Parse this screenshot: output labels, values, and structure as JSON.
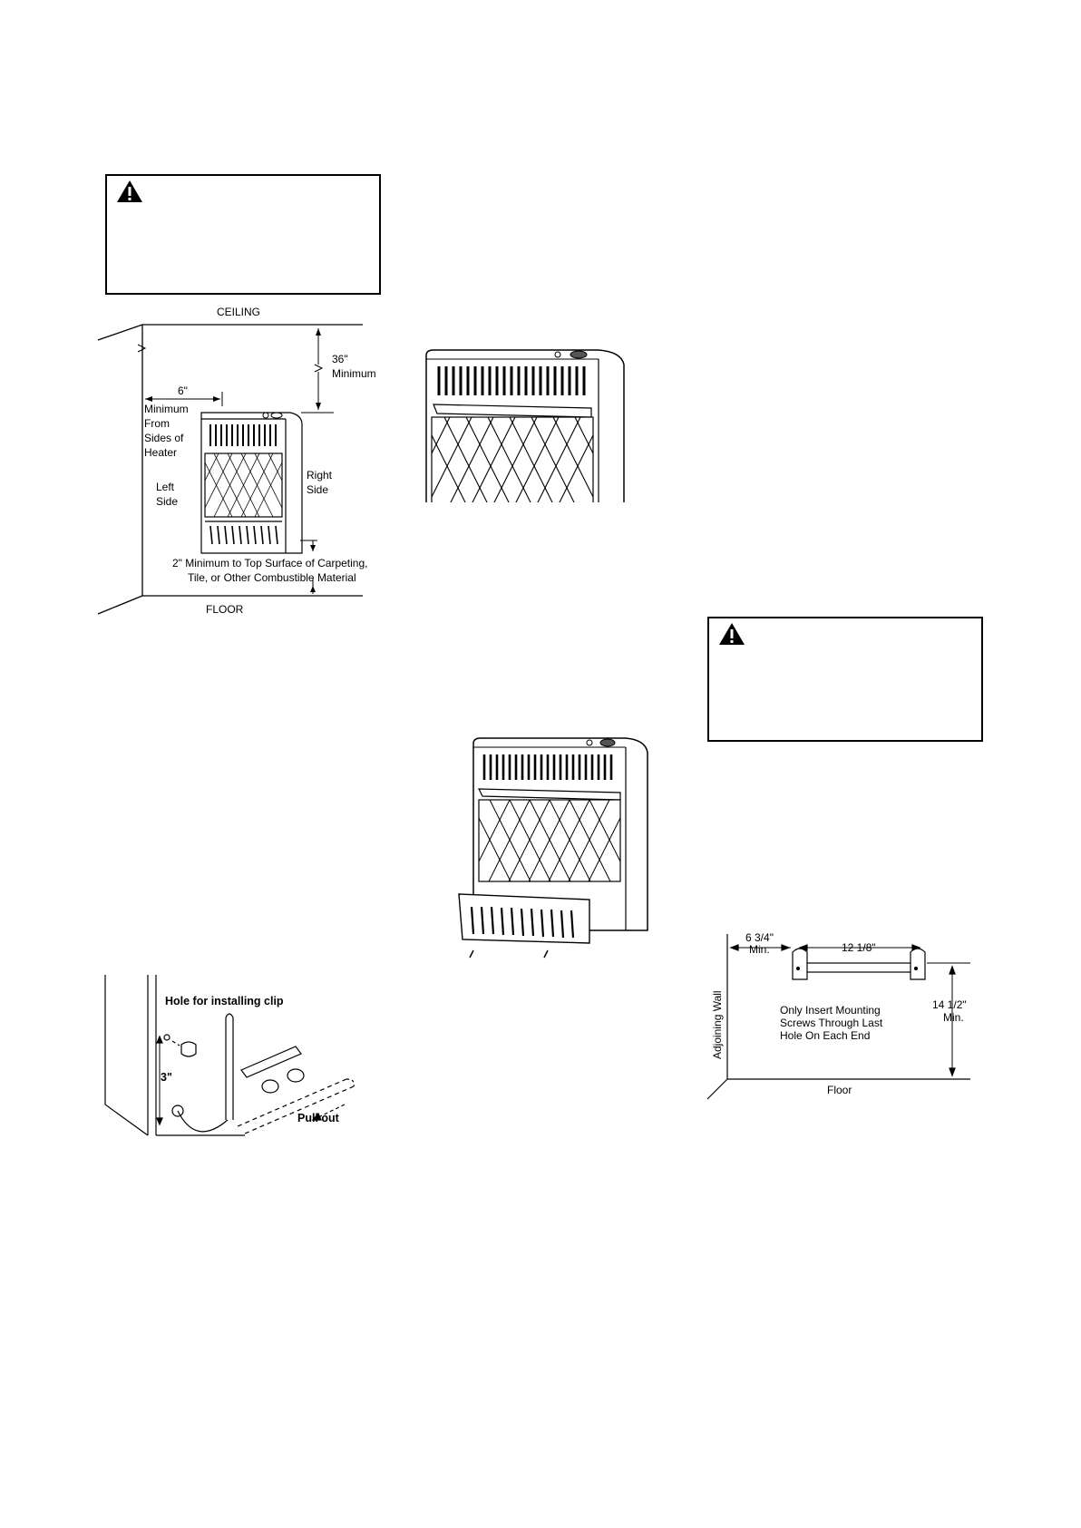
{
  "clearance_figure": {
    "ceiling": "CEILING",
    "floor": "FLOOR",
    "top_value": "36\"",
    "top_label": "Minimum",
    "side_value": "6\"",
    "side_label_1": "Minimum",
    "side_label_2": "From",
    "side_label_3": "Sides of",
    "side_label_4": "Heater",
    "left_side_1": "Left",
    "left_side_2": "Side",
    "right_side_1": "Right",
    "right_side_2": "Side",
    "bottom_note_1": "2\" Minimum to Top Surface of Carpeting,",
    "bottom_note_2": "Tile, or Other Combustible Material"
  },
  "clip_figure": {
    "hole_label": "Hole for installing clip",
    "dimension": "3\"",
    "pull_label": "Pull out"
  },
  "mounting_figure": {
    "left_dim_1": "6 3/4\"",
    "left_dim_2": "Min.",
    "span_dim": "12 1/8\"",
    "height_dim_1": "14 1/2\"",
    "height_dim_2": "Min.",
    "wall_label": "Adjoining Wall",
    "floor_label": "Floor",
    "note_1": "Only Insert Mounting",
    "note_2": "Screws Through Last",
    "note_3": "Hole On Each End"
  }
}
